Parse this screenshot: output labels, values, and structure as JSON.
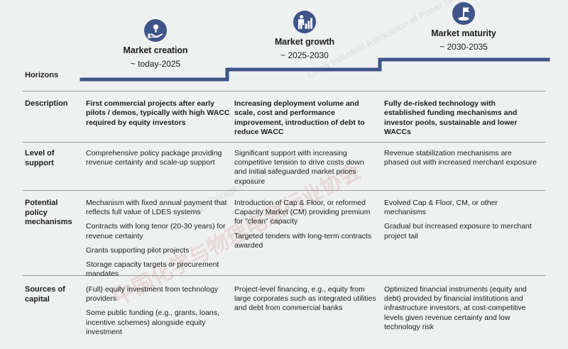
{
  "slide": {
    "background_color": "#eef1f0",
    "accent_color": "#3f5488",
    "divider_color": "#9a9a9a",
    "text_color": "#1d1d1d"
  },
  "horizons": {
    "row_label": "Horizons",
    "items": [
      {
        "icon": "market-creation-icon",
        "title": "Market creation",
        "range": "~ today-2025"
      },
      {
        "icon": "market-growth-icon",
        "title": "Market growth",
        "range": "~ 2025-2030"
      },
      {
        "icon": "market-maturity-icon",
        "title": "Market maturity",
        "range": "~ 2030-2035"
      }
    ]
  },
  "rows": [
    {
      "label": "Description",
      "bold": true,
      "cells": [
        [
          "First commercial projects after early pilots / demos, typically with high WACC required by equity investors"
        ],
        [
          "Increasing deployment volume and scale, cost and performance improvement, introduction of debt to reduce WACC"
        ],
        [
          "Fully de-risked technology with established funding mechanisms and investor pools, sustainable and lower WACCs"
        ]
      ]
    },
    {
      "label": "Level of support",
      "bold": false,
      "cells": [
        [
          "Comprehensive policy package providing revenue certainty and scale-up support"
        ],
        [
          "Significant support with increasing competitive tension to drive costs down and initial safeguarded market prices exposure"
        ],
        [
          "Revenue stabilization mechanisms are phased out with increased merchant exposure"
        ]
      ]
    },
    {
      "label": "Potential policy mechanisms",
      "bold": false,
      "cells": [
        [
          "Mechanism with fixed annual payment that reflects full value of LDES systems",
          "Contracts with long tenor (20-30 years) for revenue certainty",
          "Grants supporting pilot projects",
          "Storage capacity targets or procurement mandates"
        ],
        [
          "Introduction of Cap & Floor, or reformed Capacity Market (CM) providing premium for \"clean\" capacity",
          "Targeted tenders with long-term contracts awarded"
        ],
        [
          "Evolved Cap & Floor, CM, or other mechanisms",
          "Gradual but increased exposure to merchant project tail"
        ]
      ]
    },
    {
      "label": "Sources of capital",
      "bold": false,
      "cells": [
        [
          "(Full) equity investment from technology providers",
          "Some public funding (e.g., grants, loans, incentive schemes) alongside equity investment"
        ],
        [
          "Project-level financing, e.g., equity from large corporates such as integrated utilities and debt from commercial banks"
        ],
        [
          "Optimized financial instruments (equity and debt) provided by financial institutions and infrastructure investors, at cost-competitive levels given revenue certainty and low technology risk"
        ]
      ]
    }
  ]
}
